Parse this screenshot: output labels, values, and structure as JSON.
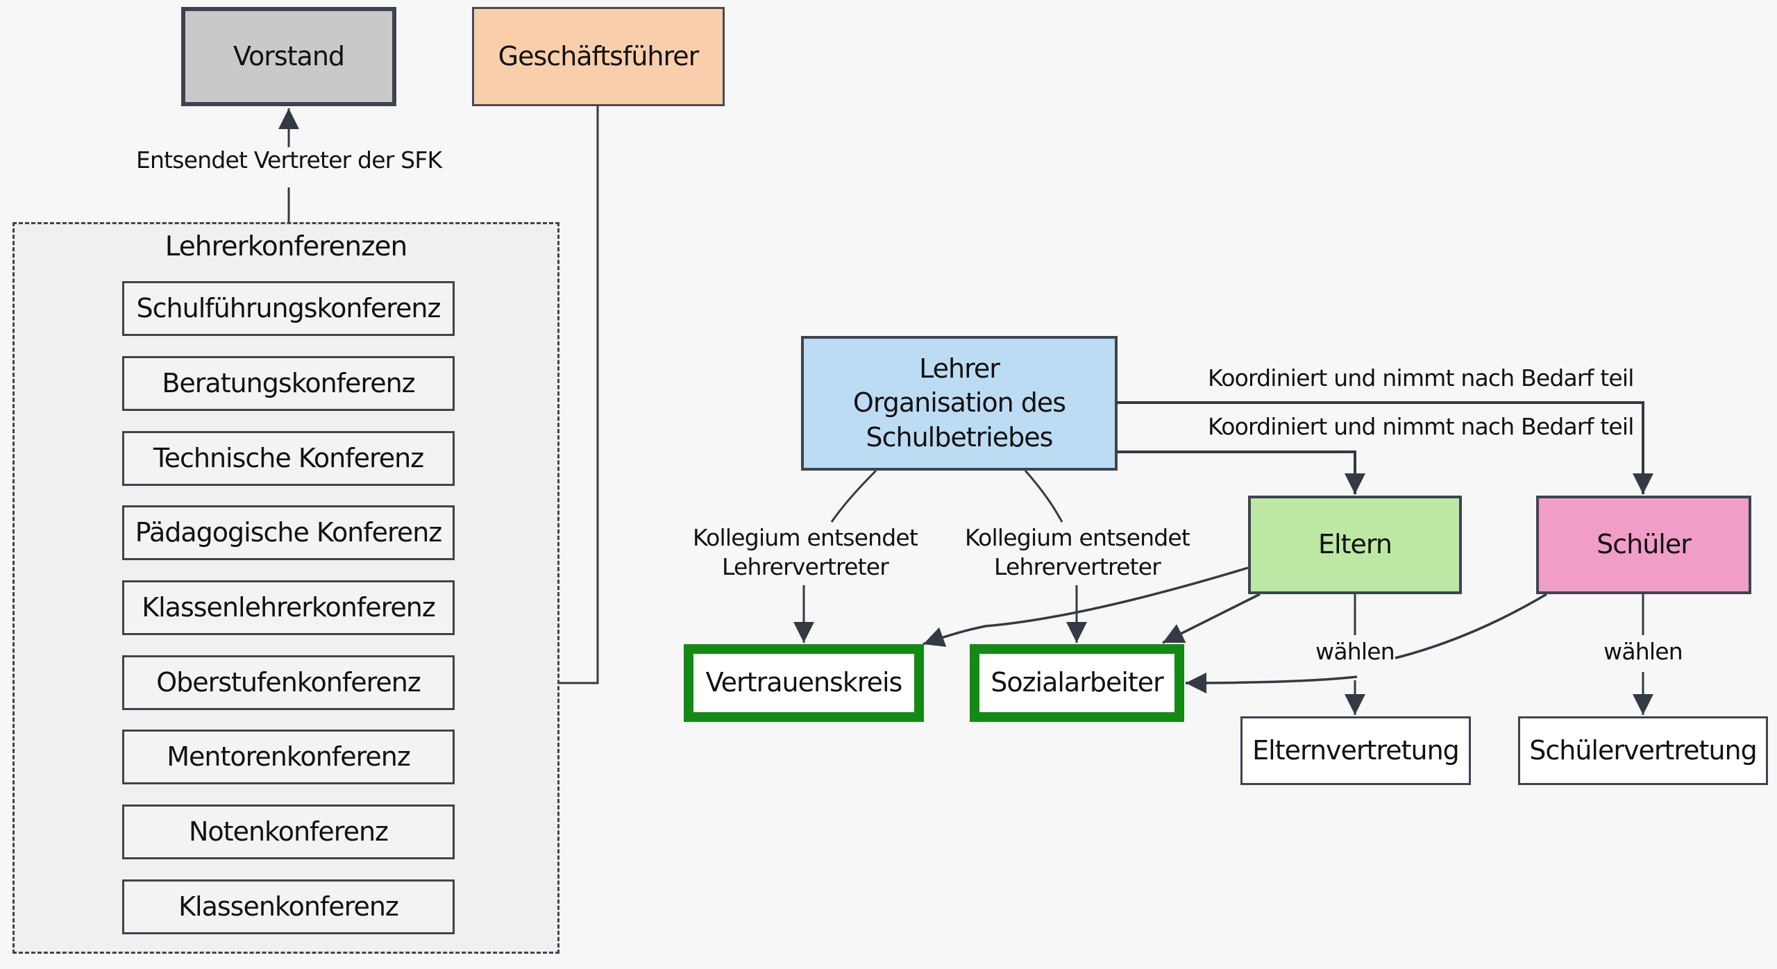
{
  "diagram": {
    "nodes": {
      "vorstand": "Vorstand",
      "geschaeftsfuehrer": "Geschäftsführer",
      "lehrerkonferenzen_title": "Lehrerkonferenzen",
      "lehrer": [
        "Lehrer",
        "Organisation des",
        "Schulbetriebes"
      ],
      "eltern": "Eltern",
      "schueler": "Schüler",
      "vertrauenskreis": "Vertrauenskreis",
      "sozialarbeiter": "Sozialarbeiter",
      "elternvertretung": "Elternvertretung",
      "schuelervertretung": "Schülervertretung"
    },
    "conferences": [
      "Schulführungskonferenz",
      "Beratungskonferenz",
      "Technische Konferenz",
      "Pädagogische Konferenz",
      "Klassenlehrerkonferenz",
      "Oberstufenkonferenz",
      "Mentorenkonferenz",
      "Notenkonferenz",
      "Klassenkonferenz"
    ],
    "edge_labels": {
      "sfk": "Entsendet Vertreter der SFK",
      "koordiniert_1": "Koordiniert und nimmt nach Bedarf teil",
      "koordiniert_2": "Koordiniert und nimmt nach Bedarf teil",
      "kollegium_1": [
        "Kollegium entsendet",
        "Lehrervertreter"
      ],
      "kollegium_2": [
        "Kollegium entsendet",
        "Lehrervertreter"
      ],
      "waehlen_eltern": "wählen",
      "waehlen_schueler": "wählen"
    },
    "colors": {
      "vorstand": "#c9c9c9",
      "geschaeftsfuehrer": "#f9cfab",
      "lehrer": "#bcdcf4",
      "eltern": "#bde8a4",
      "schueler": "#f09ec8",
      "highlight_border": "#138a13",
      "line": "#333a44"
    }
  }
}
